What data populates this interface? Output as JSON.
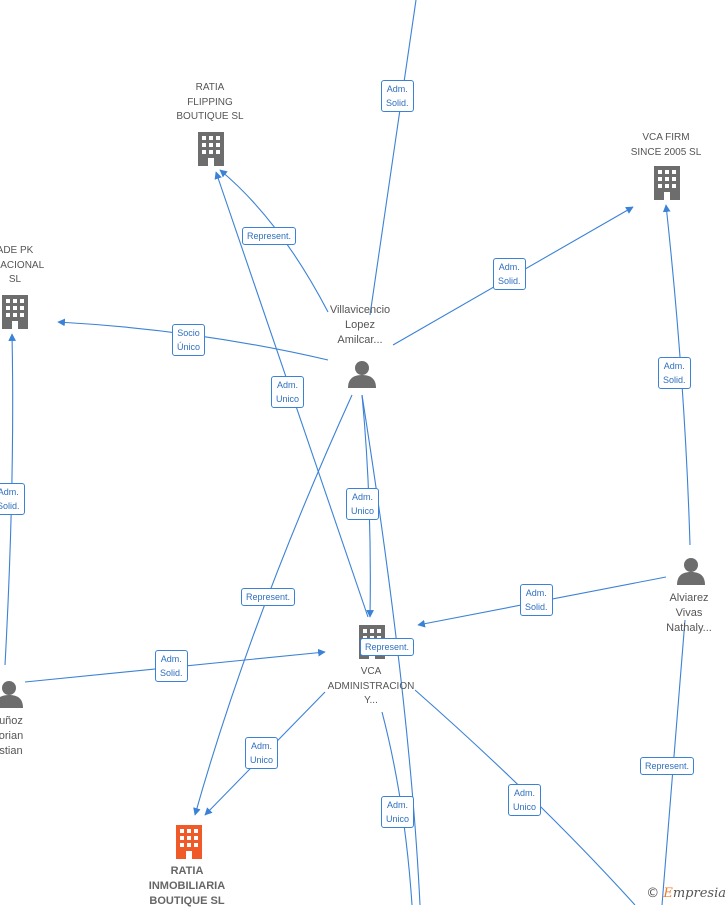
{
  "nodes": {
    "ratia_flipping": {
      "label": "RATIA\nFLIPPING\nBOUTIQUE  SL"
    },
    "vca_firm": {
      "label": "VCA FIRM\nSINCE 2005  SL"
    },
    "trade_pk": {
      "label": "ADE PK\nRNACIONAL\nSL"
    },
    "villavicencio": {
      "label": "Villavicencio\nLopez\nAmilcar..."
    },
    "vca_admin": {
      "label": "VCA\nADMINISTRACION\nY..."
    },
    "alviarez": {
      "label": "Alviarez\nVivas\nNathaly..."
    },
    "munoz": {
      "label": "uñoz\norian\nstian"
    },
    "ratia_inmobiliaria": {
      "label": "RATIA\nINMOBILIARIA\nBOUTIQUE  SL"
    }
  },
  "edge_labels": {
    "e1": "Adm.\nSolid.",
    "e2": "Represent.",
    "e3": "Adm.\nSolid.",
    "e4": "Socio\nÚnico",
    "e5": "Adm.\nUnico",
    "e6": "Adm.\nSolid.",
    "e7": "Adm.\nSolid.",
    "e8": "Adm.\nUnico",
    "e9": "Represent.",
    "e10": "Adm.\nSolid.",
    "e11": "Represent.",
    "e12": "Adm.\nSolid.",
    "e13": "Adm.\nUnico",
    "e14": "Adm.\nUnico",
    "e15": "Adm.\nUnico",
    "e16": "Represent."
  },
  "watermark": {
    "symbol": "©",
    "brand_first": "E",
    "brand_rest": "mpresia"
  },
  "colors": {
    "edge": "#3b82d6",
    "icon": "#6d6d6d",
    "highlight": "#f05a28"
  }
}
